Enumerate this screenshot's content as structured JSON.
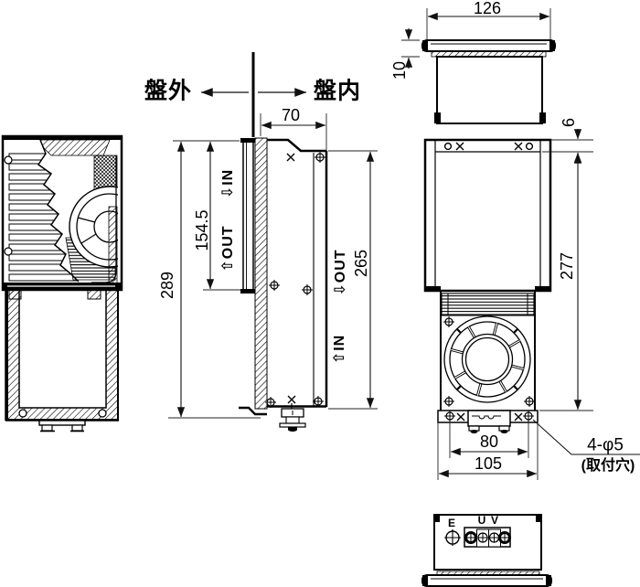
{
  "labels": {
    "panel_outside": "盤外",
    "panel_inside": "盤内"
  },
  "side_view": {
    "dim_depth": "70",
    "dim_louver_height": "154.5",
    "dim_overall_height": "289",
    "dim_inner_height": "265",
    "flow_outside_in": "⇩IN",
    "flow_outside_out": "⇧OUT",
    "flow_inside_out": "⇩OUT",
    "flow_inside_in": "⇧IN"
  },
  "top_view": {
    "dim_width": "126",
    "dim_flange_height": "10"
  },
  "rear_view": {
    "dim_top_offset": "6",
    "dim_body_height": "277",
    "dim_hole_pitch": "80",
    "dim_body_width": "105",
    "mounting_hole_label": "4-φ5",
    "mounting_hole_note": "(取付穴)"
  },
  "bottom_view": {
    "terminal_earth": "E",
    "terminal_u": "U",
    "terminal_v": "V"
  },
  "marks": {
    "hole_open_mark": "circle-mark",
    "hole_cross_mark": "x-mark",
    "screw_mark": "cross-circle-screw"
  },
  "colors": {
    "line": "#000000",
    "dim_line": "#1c1c1c",
    "background": "#ffffff"
  }
}
